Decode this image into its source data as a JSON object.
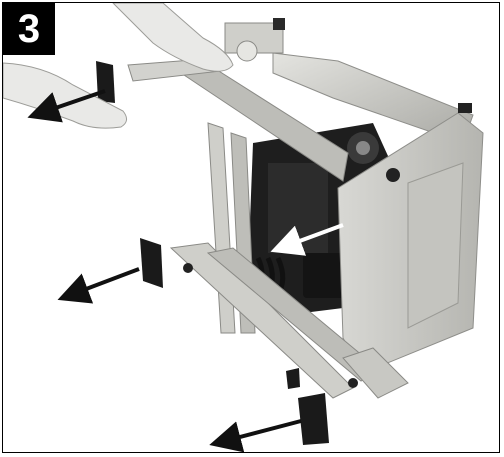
{
  "step": {
    "number": "3"
  },
  "colors": {
    "frame": "#000000",
    "badge_bg": "#000000",
    "badge_text": "#ffffff",
    "metal": "#c9c9c4",
    "dark": "#1e1e1e"
  },
  "illustration": {
    "subject": "machine-stand-disassembly",
    "arrow_count": 4
  }
}
